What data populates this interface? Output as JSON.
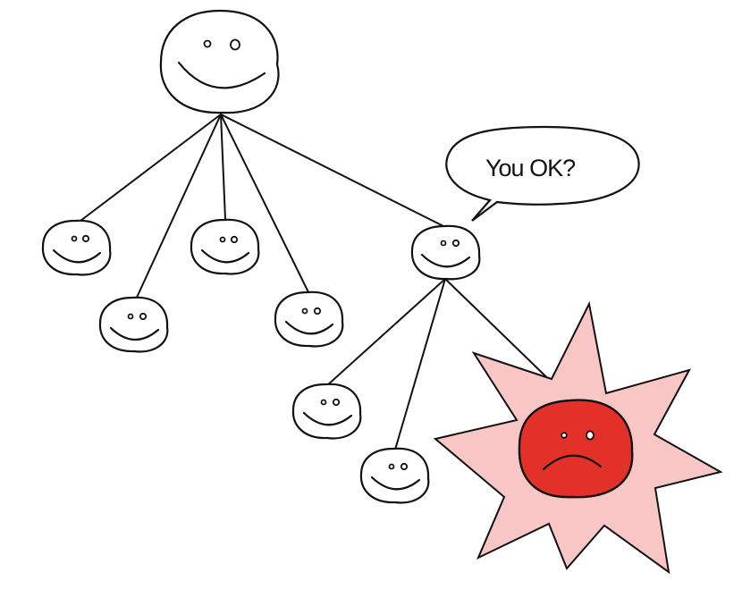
{
  "speech_bubble": {
    "text": "You OK?"
  },
  "colors": {
    "line": "#111111",
    "face_fill": "#ffffff",
    "upset_face_fill": "#e3312a",
    "burst_fill": "#f9c6c6"
  },
  "diagram": {
    "root": "smiley-face",
    "children_of_root": 5,
    "children_of_speaker": 3,
    "upset_node": "frowning-face"
  }
}
